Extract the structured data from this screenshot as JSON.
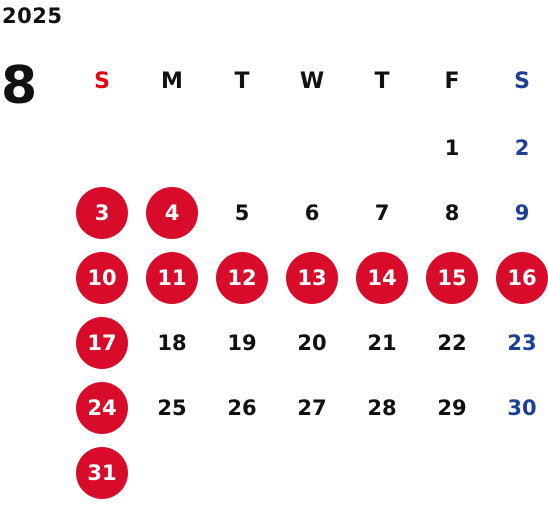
{
  "year": "2025",
  "month": "8",
  "weekdays": [
    "S",
    "M",
    "T",
    "W",
    "T",
    "F",
    "S"
  ],
  "colors": {
    "holiday_circle": "#d80c2a",
    "sunday_header": "#e60012",
    "saturday": "#1e3f94",
    "weekday": "#111111"
  },
  "weeks": [
    [
      {
        "day": "",
        "type": "empty"
      },
      {
        "day": "",
        "type": "empty"
      },
      {
        "day": "",
        "type": "empty"
      },
      {
        "day": "",
        "type": "empty"
      },
      {
        "day": "",
        "type": "empty"
      },
      {
        "day": "1",
        "type": "normal"
      },
      {
        "day": "2",
        "type": "saturday"
      }
    ],
    [
      {
        "day": "3",
        "type": "holiday"
      },
      {
        "day": "4",
        "type": "holiday"
      },
      {
        "day": "5",
        "type": "normal"
      },
      {
        "day": "6",
        "type": "normal"
      },
      {
        "day": "7",
        "type": "normal"
      },
      {
        "day": "8",
        "type": "normal"
      },
      {
        "day": "9",
        "type": "saturday"
      }
    ],
    [
      {
        "day": "10",
        "type": "holiday"
      },
      {
        "day": "11",
        "type": "holiday"
      },
      {
        "day": "12",
        "type": "holiday"
      },
      {
        "day": "13",
        "type": "holiday"
      },
      {
        "day": "14",
        "type": "holiday"
      },
      {
        "day": "15",
        "type": "holiday"
      },
      {
        "day": "16",
        "type": "holiday"
      }
    ],
    [
      {
        "day": "17",
        "type": "holiday"
      },
      {
        "day": "18",
        "type": "normal"
      },
      {
        "day": "19",
        "type": "normal"
      },
      {
        "day": "20",
        "type": "normal"
      },
      {
        "day": "21",
        "type": "normal"
      },
      {
        "day": "22",
        "type": "normal"
      },
      {
        "day": "23",
        "type": "saturday"
      }
    ],
    [
      {
        "day": "24",
        "type": "holiday"
      },
      {
        "day": "25",
        "type": "normal"
      },
      {
        "day": "26",
        "type": "normal"
      },
      {
        "day": "27",
        "type": "normal"
      },
      {
        "day": "28",
        "type": "normal"
      },
      {
        "day": "29",
        "type": "normal"
      },
      {
        "day": "30",
        "type": "saturday"
      }
    ],
    [
      {
        "day": "31",
        "type": "holiday"
      },
      {
        "day": "",
        "type": "empty"
      },
      {
        "day": "",
        "type": "empty"
      },
      {
        "day": "",
        "type": "empty"
      },
      {
        "day": "",
        "type": "empty"
      },
      {
        "day": "",
        "type": "empty"
      },
      {
        "day": "",
        "type": "empty"
      }
    ]
  ]
}
